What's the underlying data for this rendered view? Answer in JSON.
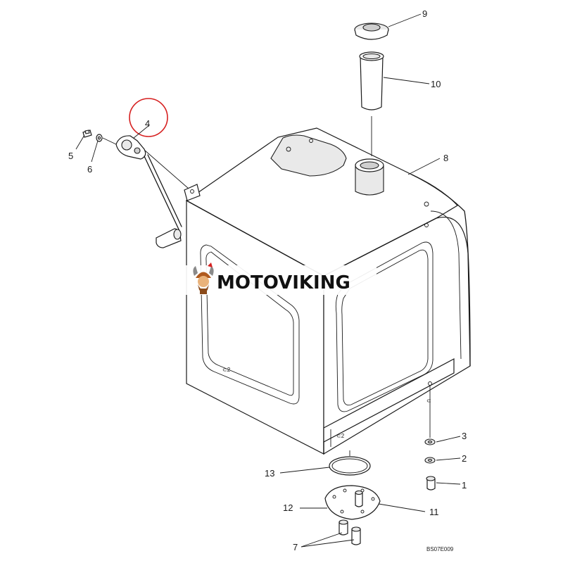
{
  "diagram": {
    "callouts": [
      {
        "id": "1",
        "text": "1"
      },
      {
        "id": "2",
        "text": "2"
      },
      {
        "id": "3",
        "text": "3"
      },
      {
        "id": "4",
        "text": "4"
      },
      {
        "id": "5",
        "text": "5"
      },
      {
        "id": "6",
        "text": "6"
      },
      {
        "id": "7",
        "text": "7"
      },
      {
        "id": "8",
        "text": "8"
      },
      {
        "id": "9",
        "text": "9"
      },
      {
        "id": "10",
        "text": "10"
      },
      {
        "id": "11",
        "text": "11"
      },
      {
        "id": "12",
        "text": "12"
      },
      {
        "id": "13",
        "text": "13"
      }
    ],
    "drawing_code": "BS07E009",
    "highlight_color": "#d62020"
  },
  "watermark": {
    "text": "MOTOVIKING",
    "accent_color": "#d62020"
  }
}
